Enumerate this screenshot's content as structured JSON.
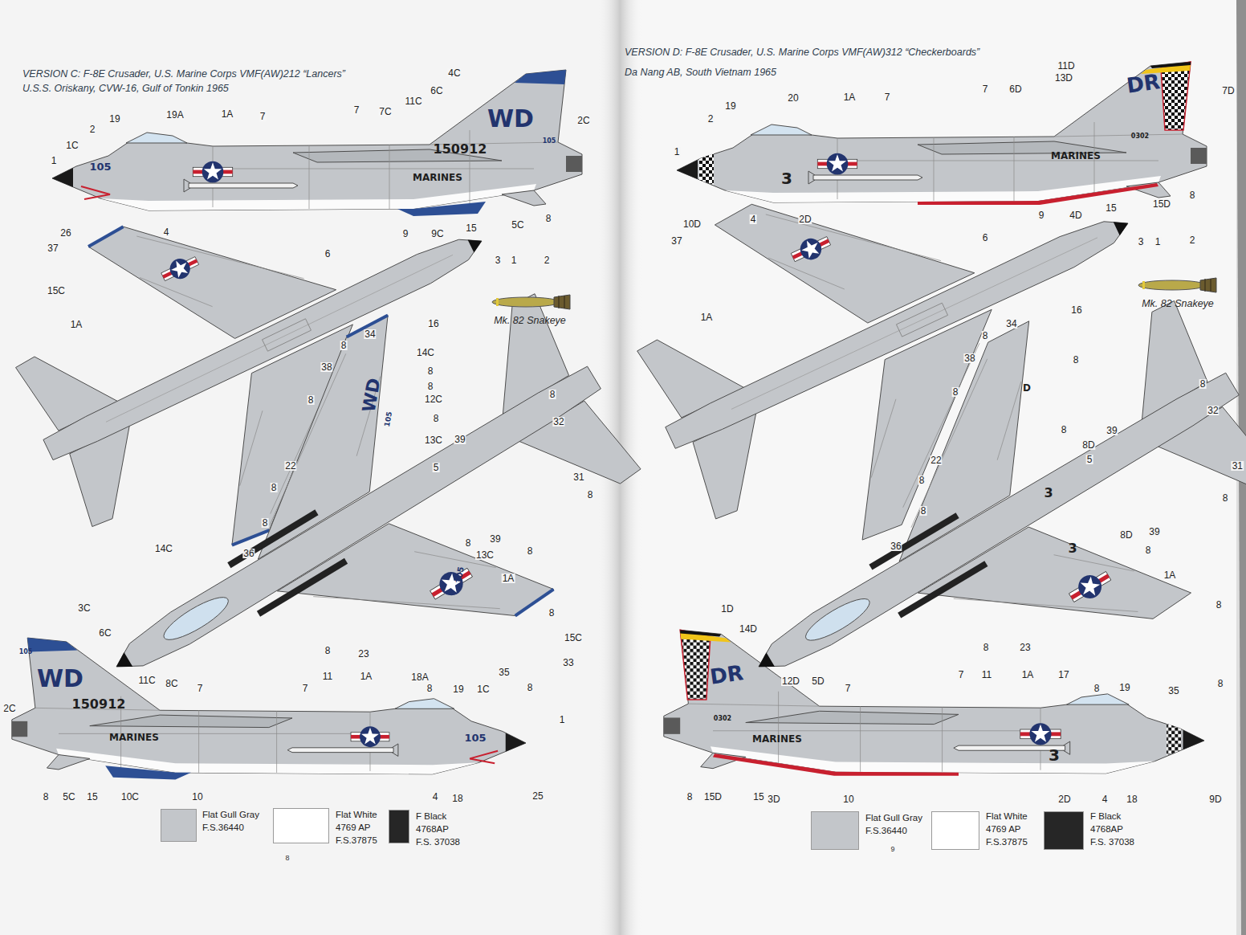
{
  "diagram": {
    "labels": [
      "VERSION C: F-8E Crusader, U.S. Marine Corps VMF(AW)212 “Lancers”",
      "U.S.S. Oriskany, CVW-16, Gulf of Tonkin 1965",
      "4C",
      "6C",
      "11C",
      "7C",
      "7",
      "1A",
      "7",
      "19A",
      "19",
      "2",
      "1C",
      "1",
      "2C",
      "26",
      "4",
      "9",
      "9C",
      "15",
      "5C",
      "8",
      "WD",
      "150912",
      "105",
      "MARINES",
      "105",
      "37",
      "15C",
      "1A",
      "6",
      "16",
      "3",
      "1",
      "2",
      "Mk. 82 Snakeye",
      "8",
      "34",
      "14C",
      "8",
      "8",
      "38",
      "8",
      "12C",
      "8",
      "13C",
      "22",
      "8",
      "39",
      "5",
      "32",
      "8",
      "31",
      "8",
      "39",
      "8",
      "8",
      "13C",
      "1A",
      "8",
      "15C",
      "33",
      "35",
      "8",
      "8",
      "23",
      "8",
      "14C",
      "36",
      "8",
      "WD",
      "105",
      "105",
      "3C",
      "6C",
      "2C",
      "11C",
      "8C",
      "7",
      "7",
      "11",
      "1A",
      "18A",
      "19",
      "1C",
      "1",
      "8",
      "5C",
      "15",
      "10C",
      "10",
      "4",
      "18",
      "25",
      "WD",
      "105",
      "150912",
      "MARINES",
      "105",
      "8",
      "VERSION D: F-8E Crusader, U.S. Marine Corps VMF(AW)312 “Checkerboards”",
      "Da Nang AB, South Vietnam 1965",
      "11D",
      "13D",
      "7D",
      "6D",
      "7",
      "7",
      "1A",
      "20",
      "19",
      "2",
      "1",
      "10D",
      "4",
      "2D",
      "9",
      "4D",
      "15",
      "15D",
      "8",
      "DR",
      "0302",
      "MARINES",
      "3",
      "37",
      "1A",
      "6",
      "16",
      "3",
      "1",
      "2",
      "Mk. 82 Snakeye",
      "34",
      "8",
      "38",
      "8",
      "8",
      "8",
      "22",
      "8",
      "39",
      "8D",
      "5",
      "32",
      "8",
      "31",
      "8",
      "39",
      "8D",
      "8",
      "36",
      "8",
      "23",
      "8",
      "1A",
      "8",
      "35",
      "8",
      "8",
      "D",
      "3",
      "3",
      "1D",
      "14D",
      "12D",
      "5D",
      "7",
      "7",
      "11",
      "1A",
      "17",
      "19",
      "8",
      "15D",
      "15",
      "3D",
      "10",
      "2D",
      "4",
      "18",
      "9D",
      "DR",
      "0302",
      "MARINES",
      "3",
      "9"
    ],
    "legend": [
      {
        "text": "Flat Gull Gray F.S.36440",
        "color": "#c3c6ca"
      },
      {
        "text": "Flat White 4769 AP F.S.37875",
        "color": "#ffffff"
      },
      {
        "text": "F Black 4768AP F.S. 37038",
        "color": "#262626"
      },
      {
        "text": "Flat Gull Gray F.S.36440",
        "color": "#c3c6ca"
      },
      {
        "text": "Flat White 4769 AP F.S.37875",
        "color": "#ffffff"
      },
      {
        "text": "F Black 4768AP F.S. 37038",
        "color": "#262626"
      }
    ]
  }
}
